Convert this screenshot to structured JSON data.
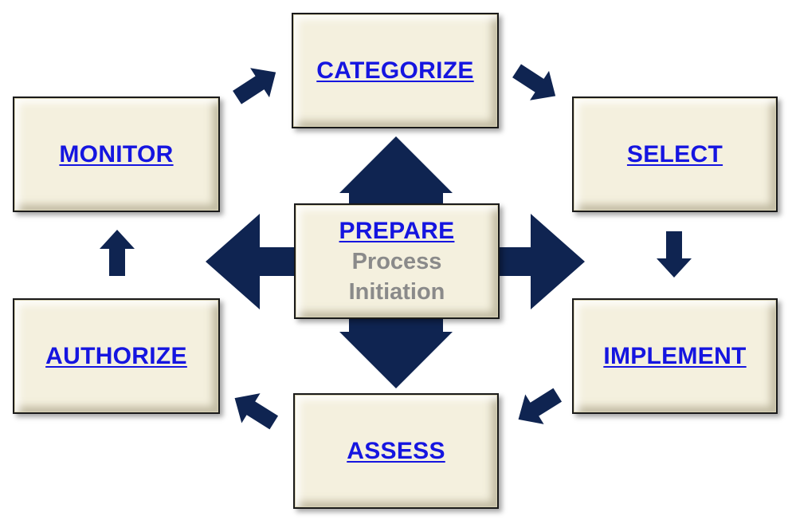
{
  "diagram": {
    "center": {
      "label": "PREPARE",
      "subtitle_line1": "Process",
      "subtitle_line2": "Initiation"
    },
    "steps": [
      {
        "key": "categorize",
        "label": "CATEGORIZE"
      },
      {
        "key": "select",
        "label": "SELECT"
      },
      {
        "key": "implement",
        "label": "IMPLEMENT"
      },
      {
        "key": "assess",
        "label": "ASSESS"
      },
      {
        "key": "authorize",
        "label": "AUTHORIZE"
      },
      {
        "key": "monitor",
        "label": "MONITOR"
      }
    ],
    "colors": {
      "link": "#1515e0",
      "subtitle": "#8a8a8a",
      "arrow": "#0f2451",
      "box_fill": "#f4f0de"
    }
  }
}
